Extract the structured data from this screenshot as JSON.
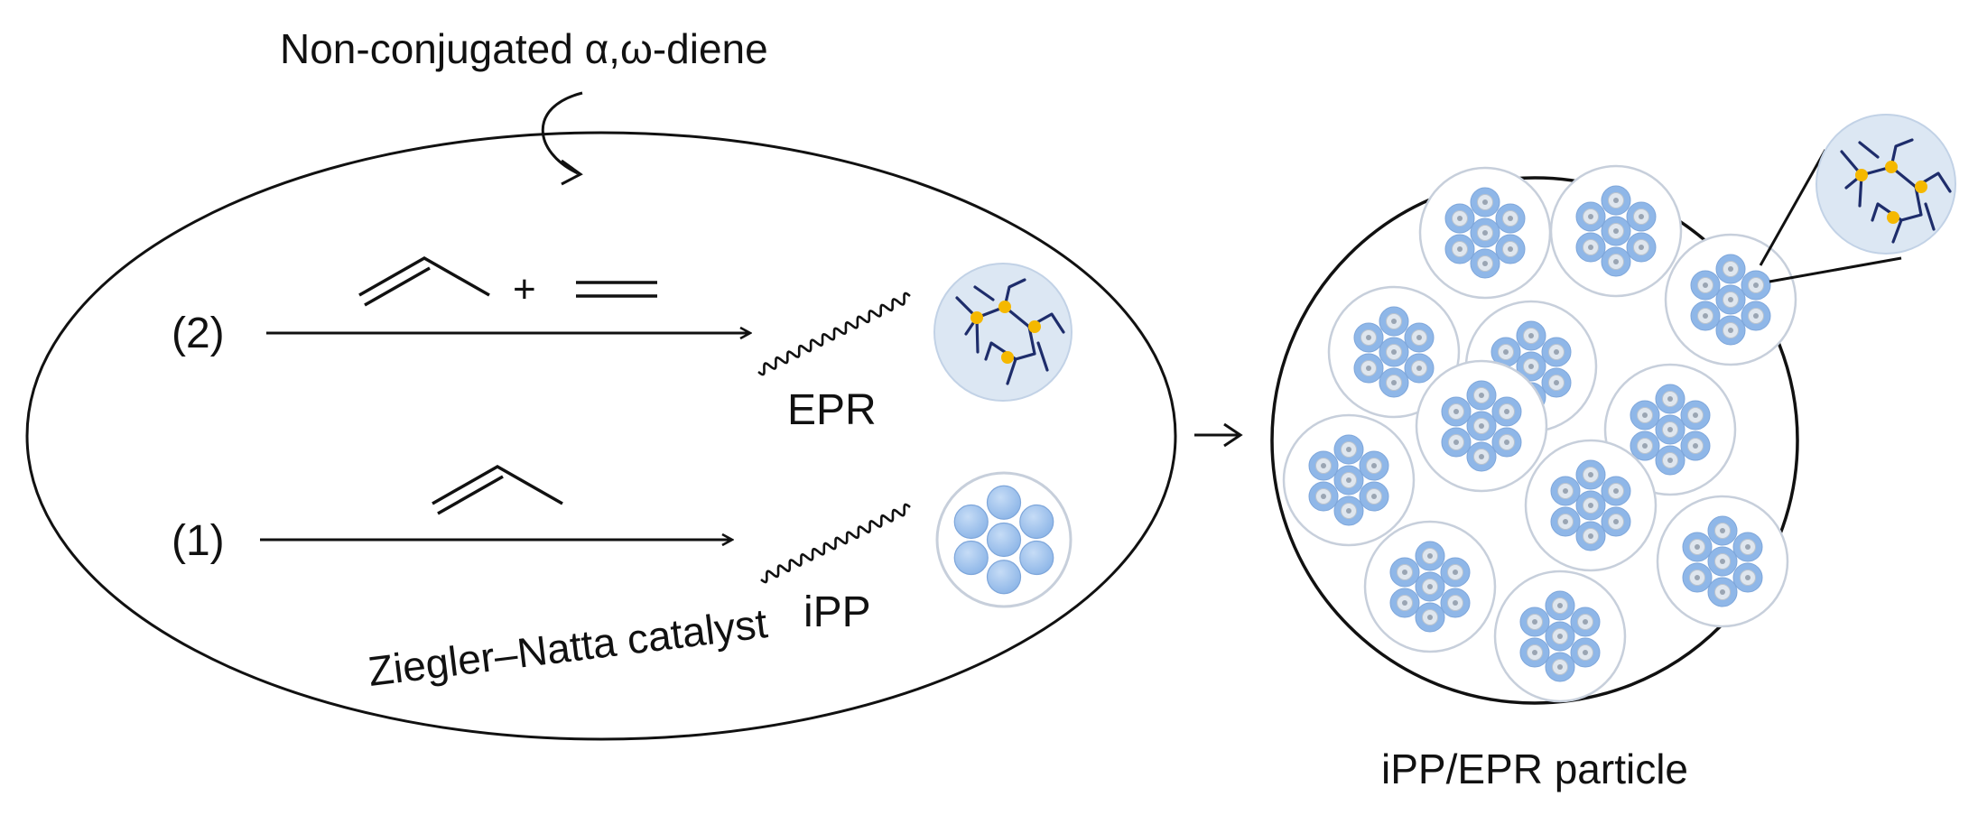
{
  "top_label": "Non-conjugated α,ω-diene",
  "catalyst_label": "Ziegler–Natta catalyst",
  "reaction_2": {
    "number": "(2)",
    "plus": "+",
    "product": "EPR"
  },
  "reaction_1": {
    "number": "(1)",
    "product": "iPP"
  },
  "particle_label": "iPP/EPR particle",
  "colors": {
    "line": "#111111",
    "blue_fill": "#8fb7e8",
    "blue_light": "#dce7f3",
    "cluster_ring": "#c7cfdb",
    "chain_navy": "#1e2d6b",
    "crosslink_yellow": "#f5b800"
  }
}
